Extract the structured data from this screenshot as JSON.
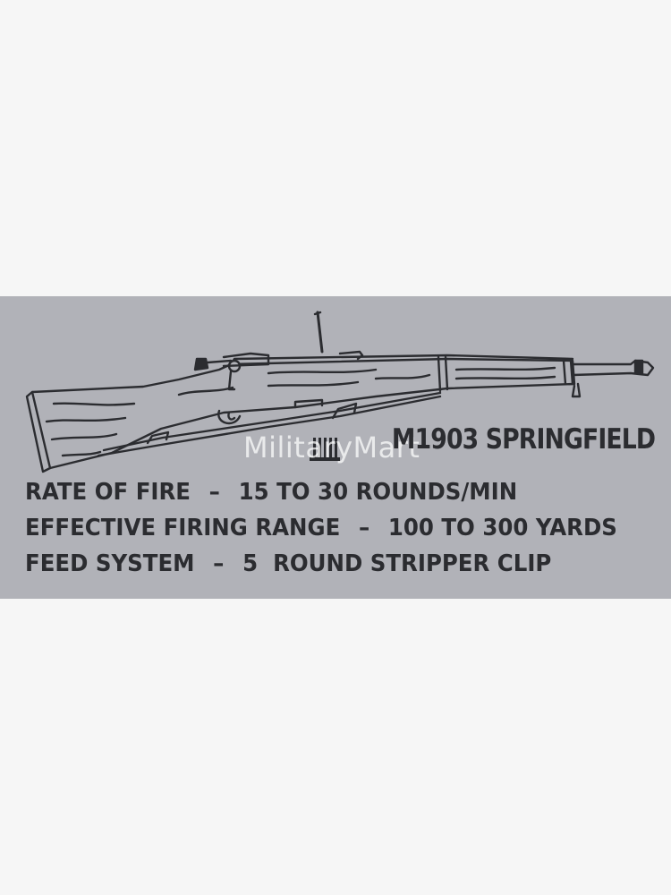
{
  "design": {
    "background_color": "#b1b2b8",
    "text_color": "#2b2c30",
    "illustration": "rifle-illustration",
    "title": "M1903 SPRINGFIELD",
    "specs": [
      {
        "label": "RATE OF FIRE",
        "separator": "–",
        "value": "15 TO 30 ROUNDS/MIN"
      },
      {
        "label": "EFFECTIVE FIRING RANGE",
        "separator": "–",
        "value": "100 TO 300 YARDS"
      },
      {
        "label": "FEED SYSTEM",
        "separator": "–",
        "value": "5  ROUND STRIPPER CLIP"
      }
    ]
  },
  "watermark": "MilitaryMart"
}
